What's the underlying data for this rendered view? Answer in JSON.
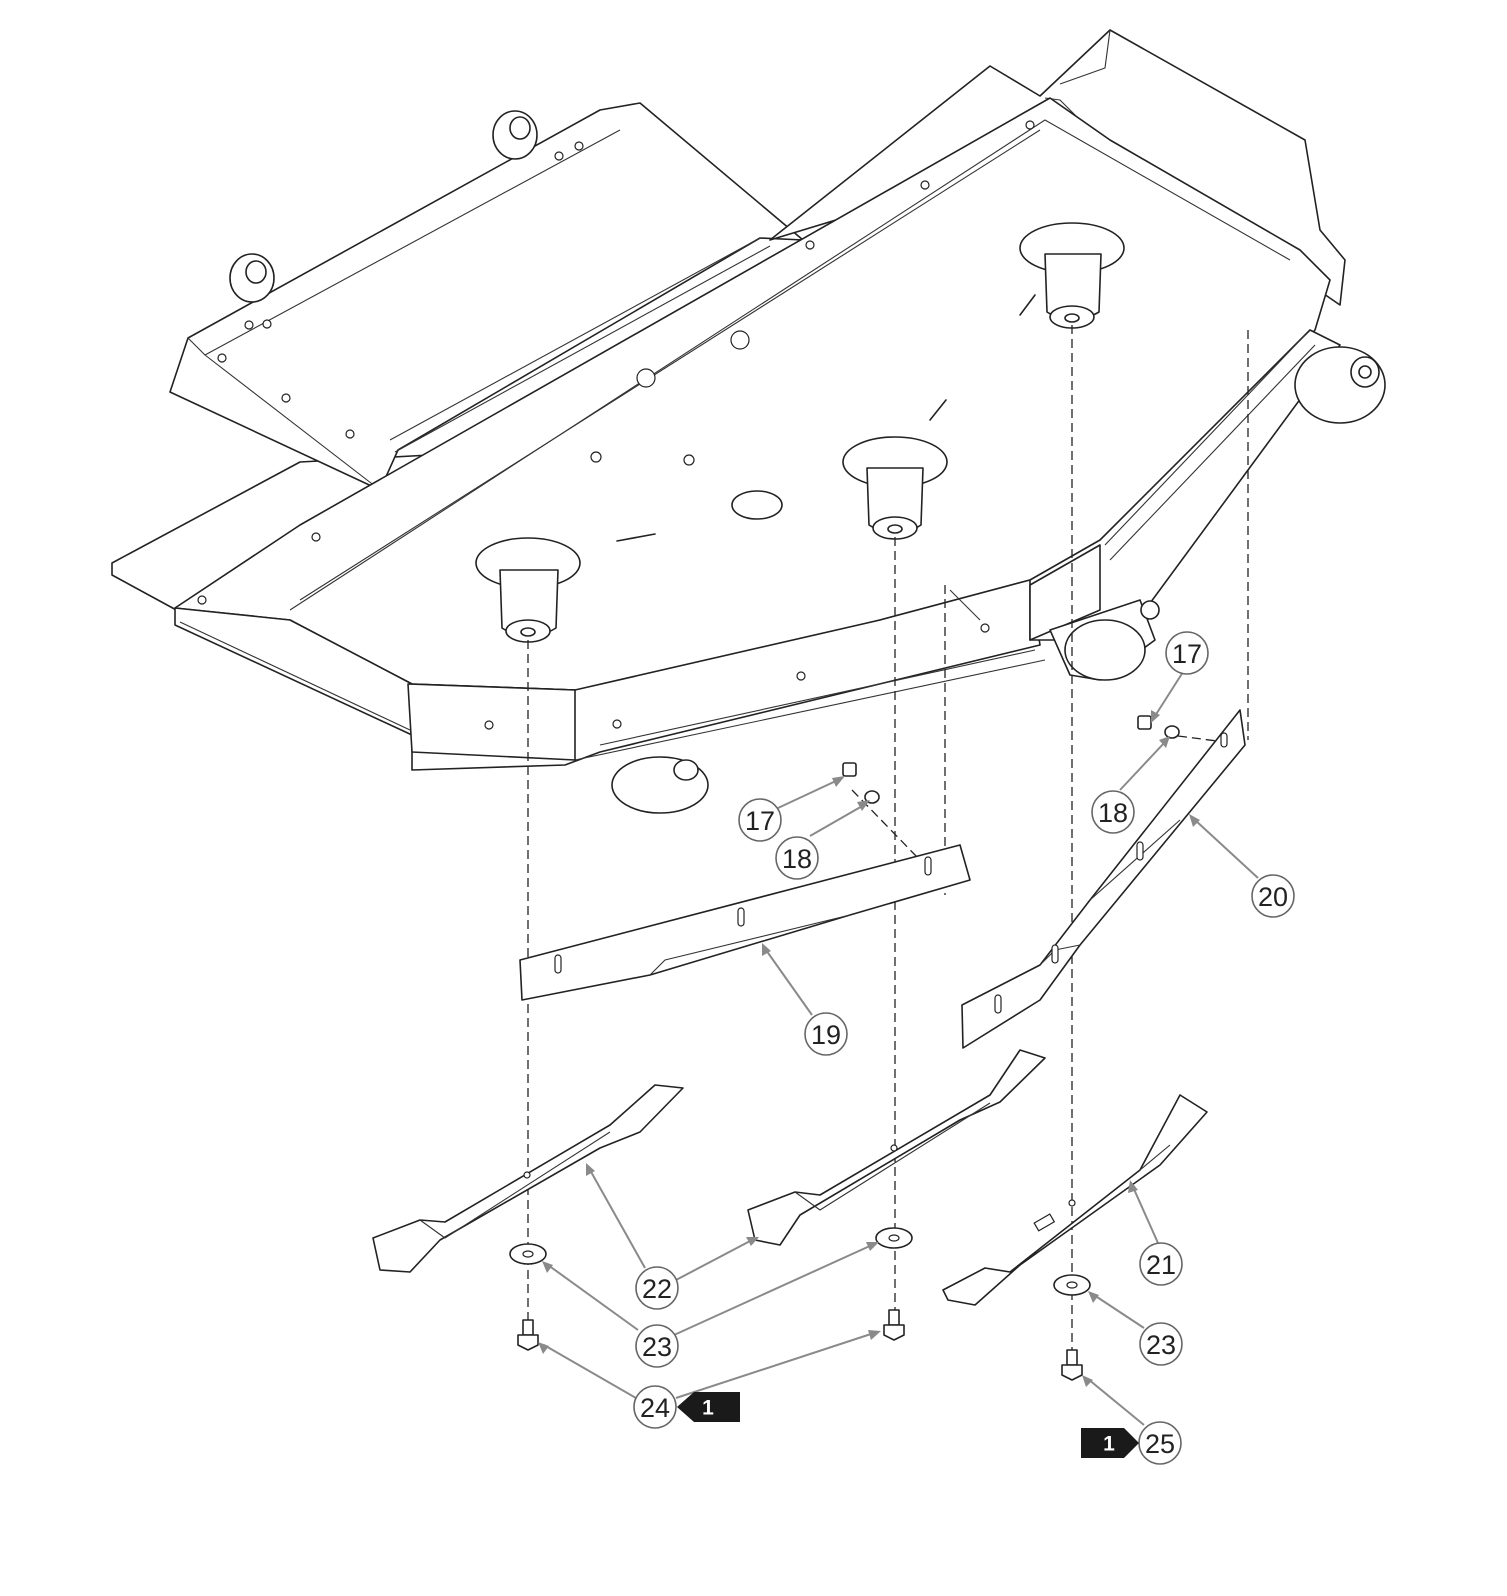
{
  "diagram": {
    "callouts": {
      "c17a": "17",
      "c18a": "18",
      "c17b": "17",
      "c18b": "18",
      "c19": "19",
      "c20": "20",
      "c21": "21",
      "c22": "22",
      "c23a": "23",
      "c23b": "23",
      "c24": "24",
      "c25": "25"
    },
    "tags": {
      "tag24": "1",
      "tag25": "1"
    }
  }
}
